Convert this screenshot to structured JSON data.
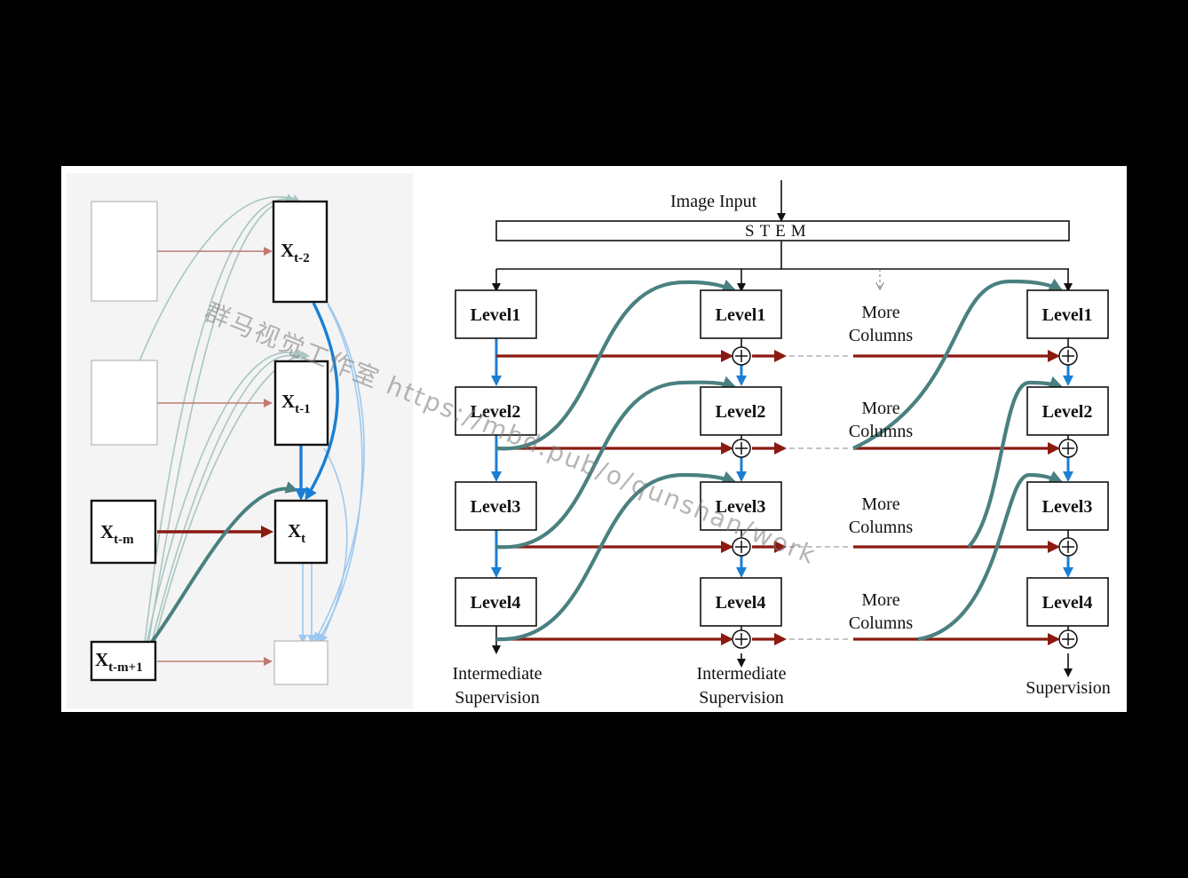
{
  "left": {
    "nodes": {
      "xt2": {
        "base": "X",
        "sub": "t-2"
      },
      "xt1": {
        "base": "X",
        "sub": "t-1"
      },
      "xtm": {
        "base": "X",
        "sub": "t-m"
      },
      "xt": {
        "base": "X",
        "sub": "t"
      },
      "xtm1": {
        "base": "X",
        "sub": "t-m+1"
      }
    }
  },
  "right": {
    "image_input": "Image Input",
    "stem": "STEM",
    "levels": [
      "Level1",
      "Level2",
      "Level3",
      "Level4"
    ],
    "more_columns_line1": "More",
    "more_columns_line2": "Columns",
    "intermediate_supervision_line1": "Intermediate",
    "intermediate_supervision_line2": "Supervision",
    "final_supervision": "Supervision"
  },
  "watermark": "群马视觉工作室 https://mbd.pub/o/qunshan/work",
  "colors": {
    "background": "#000000",
    "panel_left": "#f4f4f4",
    "teal": "#4a8080",
    "teal_light": "#a9c6c2",
    "red": "#8b1a10",
    "red_light": "#c07a72",
    "blue": "#1a7fd4",
    "blue_light": "#9cc8ef"
  }
}
